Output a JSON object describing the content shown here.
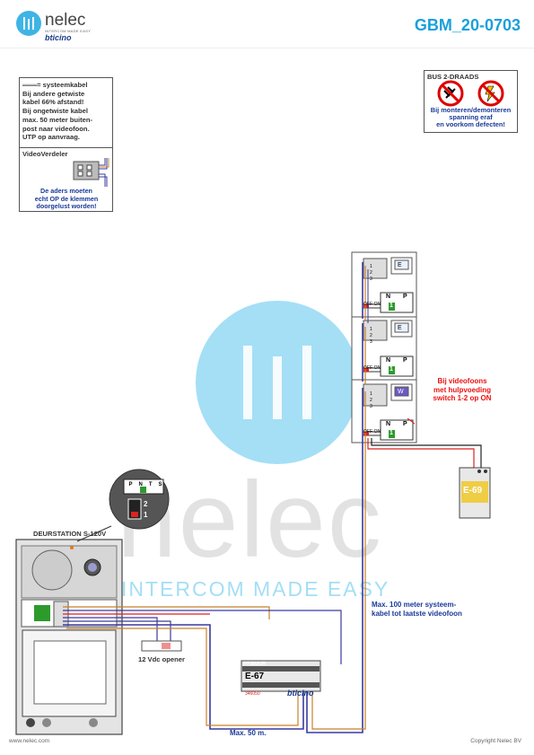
{
  "header": {
    "brand": "nelec",
    "brand_tagline": "INTERCOM MADE EASY",
    "partner_brand": "bticino",
    "document_id": "GBM_20-0703"
  },
  "cable_note": {
    "text": "═══= systeemkabel\nBij andere getwiste\nkabel 66% afstand!\nBij ongetwiste kabel\nmax. 50 meter buiten-\npost naar videofoon.\nUTP op aanvraag.",
    "subtitle": "VideoVerdeler",
    "warning": "De aders moeten\necht OP de klemmen\ndoorgelust worden!"
  },
  "bus_box": {
    "title": "BUS 2-DRAADS",
    "warning": "Bij monteren/demonteren\nspanning eraf\nen voorkom defecten!"
  },
  "door_station": {
    "label": "DEURSTATION S-120V",
    "switch_labels": [
      "P",
      "N",
      "T",
      "S"
    ],
    "dip_labels": [
      "2",
      "1"
    ]
  },
  "monitors": [
    {
      "screen_label": "E",
      "switch": "OFF-ON",
      "jumper": [
        "N",
        "P"
      ],
      "jumper_value": "1",
      "terminals": [
        "1",
        "2",
        "3"
      ]
    },
    {
      "screen_label": "E",
      "switch": "OFF-ON",
      "jumper": [
        "N",
        "P"
      ],
      "jumper_value": "1",
      "terminals": [
        "1",
        "2",
        "3"
      ]
    },
    {
      "screen_label": "W",
      "switch": "OFF-ON",
      "jumper": [
        "N",
        "P"
      ],
      "jumper_value": "1",
      "terminals": [
        "1",
        "2",
        "3"
      ]
    }
  ],
  "monitor_note": "Bij videofoons\nmet hulpvoeding\nswitch 1-2 op ON",
  "power_supply": {
    "label": "E-69"
  },
  "system_power": {
    "primary": "PRIMAIR",
    "model": "E-67",
    "code": "346050",
    "brand": "bticino"
  },
  "opener_label": "12 Vdc opener",
  "distance_50": "Max. 50 m.",
  "distance_100": "Max. 100 meter systeem-\nkabel tot laatste videofoon",
  "watermark": {
    "word": "nelec",
    "tagline": "INTERCOM MADE EASY"
  },
  "footer": {
    "website": "www.nelec.com",
    "copyright": "Copyright Nelec BV"
  },
  "colors": {
    "accent": "#1aa0dc",
    "wire_blue": "#3a3aa0",
    "wire_red": "#d22",
    "wire_orange": "#c8822a",
    "label_red": "#e11"
  }
}
